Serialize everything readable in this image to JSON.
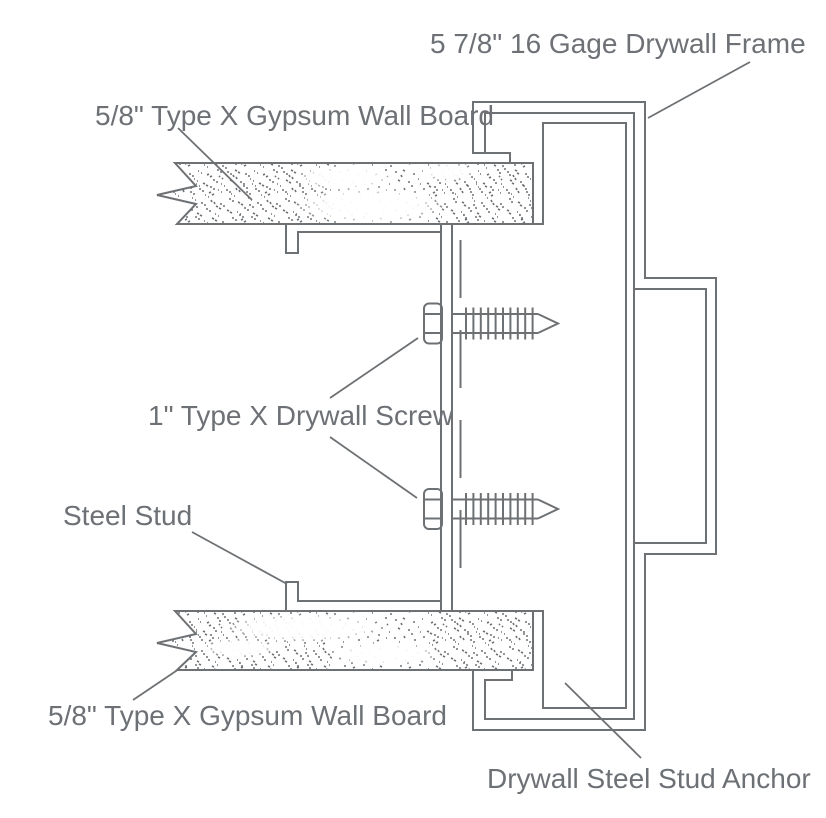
{
  "diagram": {
    "type": "architectural-detail-drawing",
    "subject": "Drywall frame to steel stud wall attachment detail (plan section)",
    "labels": {
      "frame": "5 7/8\" 16 Gage Drywall Frame",
      "gypsum_top": "5/8\" Type X Gypsum Wall Board",
      "screw": "1\" Type X Drywall Screw",
      "stud": "Steel Stud",
      "gypsum_bottom": "5/8\" Type X Gypsum Wall Board",
      "anchor": "Drywall Steel Stud Anchor"
    },
    "colors": {
      "line": "#6e7174",
      "text": "#6d7075",
      "background": "#ffffff"
    },
    "line_style": "thin gray CAD linework, hidden edge shown dashed",
    "hatch": "sand stipple on gypsum board sections"
  }
}
